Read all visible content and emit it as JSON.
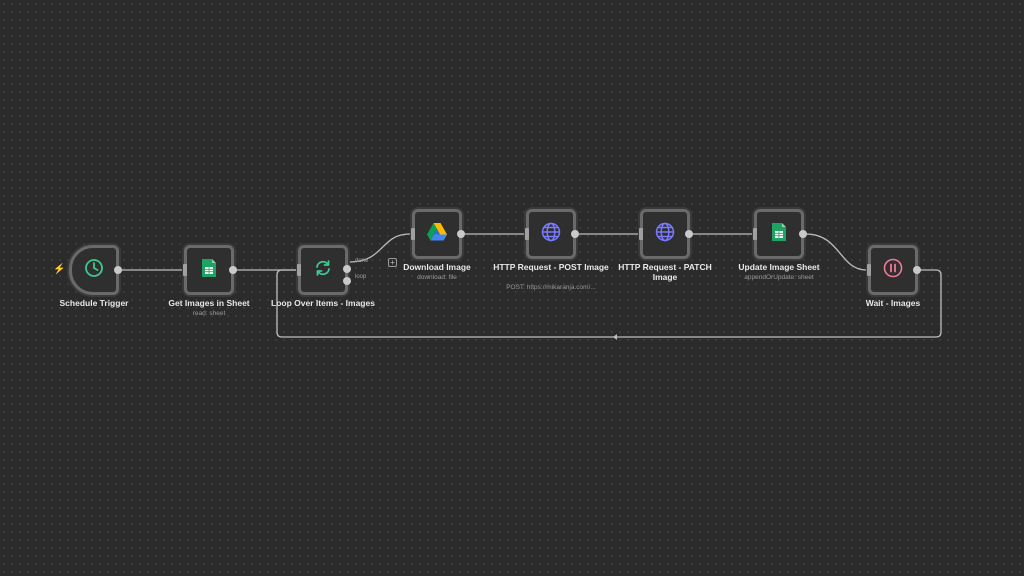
{
  "trigger_icon": "lightning-bolt-icon",
  "nodes": [
    {
      "id": "schedule_trigger",
      "label": "Schedule Trigger",
      "sub": "",
      "icon": "clock-icon",
      "icon_color": "#3ec98f"
    },
    {
      "id": "get_images",
      "label": "Get Images in Sheet",
      "sub": "read: sheet",
      "icon": "google-sheets-icon",
      "icon_color": "#1ea362"
    },
    {
      "id": "loop",
      "label": "Loop Over Items - Images",
      "sub": "",
      "icon": "refresh-icon",
      "icon_color": "#3ec98f",
      "outputs": [
        "done",
        "loop"
      ]
    },
    {
      "id": "download",
      "label": "Download Image",
      "sub": "download: file",
      "icon": "google-drive-icon",
      "icon_color": "#4285f4"
    },
    {
      "id": "http_post",
      "label": "HTTP Request - POST Image",
      "sub": "POST: https://mikaranja.com/...",
      "icon": "globe-icon",
      "icon_color": "#7b7bff"
    },
    {
      "id": "http_patch",
      "label": "HTTP Request - PATCH Image",
      "sub": "",
      "icon": "globe-icon",
      "icon_color": "#7b7bff"
    },
    {
      "id": "update_sheet",
      "label": "Update Image Sheet",
      "sub": "appendOrUpdate: sheet",
      "icon": "google-sheets-icon",
      "icon_color": "#1ea362"
    },
    {
      "id": "wait",
      "label": "Wait - Images",
      "sub": "",
      "icon": "pause-icon",
      "icon_color": "#f07896"
    }
  ],
  "colors": {
    "background": "#2b2b2b",
    "edge": "#bdbdbd",
    "node_border": "#6a6a6a",
    "trigger_bolt": "#ff6d5a"
  }
}
